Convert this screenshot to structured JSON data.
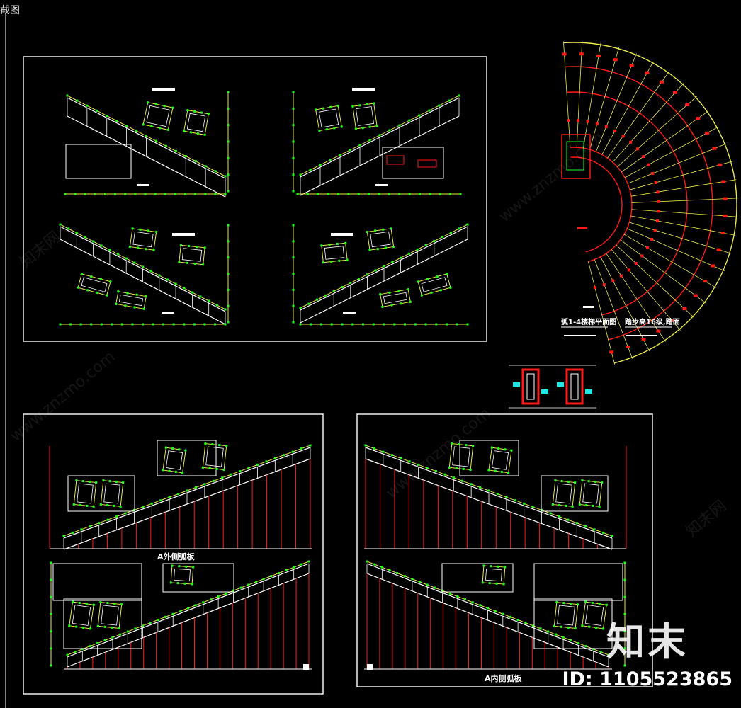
{
  "window": {
    "title_fragment": "截图"
  },
  "drawing": {
    "plan_title": "弧1-4楼梯平面图",
    "plan_subtitle": "踏步高16级,踏面",
    "caption_outer": "A外侧弧板",
    "caption_inner": "A内侧弧板"
  },
  "watermark": {
    "brand": "知末",
    "id_text": "ID: 1105523865",
    "site": "www.znzmo.com",
    "site_cn": "知末网"
  },
  "colors": {
    "background": "#000000",
    "line_white": "#ffffff",
    "line_yellow": "#e8e84a",
    "line_red": "#ff1a1a",
    "line_green": "#19ff19",
    "line_cyan": "#22e6e6"
  }
}
